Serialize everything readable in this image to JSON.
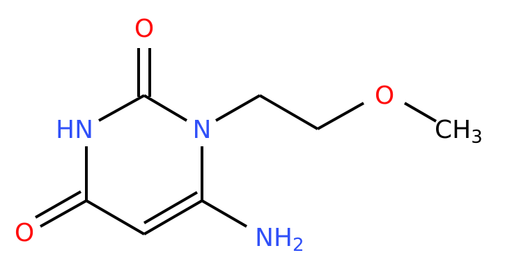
{
  "molecule": {
    "atoms": {
      "carbonyl_top": {
        "element": "O",
        "label": "O",
        "color": "#ff0d0d"
      },
      "ring_nh": {
        "element": "N",
        "label": "HN",
        "color": "#3050f8"
      },
      "ring_n": {
        "element": "N",
        "label": "N",
        "color": "#3050f8"
      },
      "ether_o": {
        "element": "O",
        "label": "O",
        "color": "#ff0d0d"
      },
      "methyl": {
        "element": "C",
        "label": "CH",
        "subscript": "3",
        "color": "#000000"
      },
      "carbonyl_bottom": {
        "element": "O",
        "label": "O",
        "color": "#ff0d0d"
      },
      "amino": {
        "element": "N",
        "label": "NH",
        "subscript": "2",
        "color": "#3050f8"
      }
    }
  }
}
